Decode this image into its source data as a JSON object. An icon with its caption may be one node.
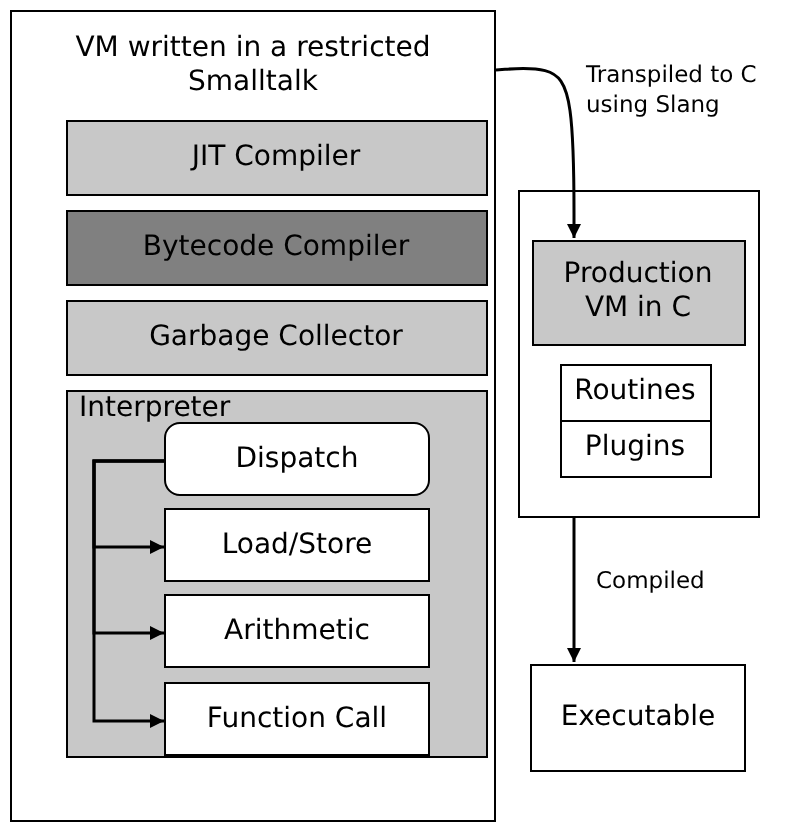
{
  "diagram": {
    "nodes": [
      {
        "text": [
          "VM written in a restricted Smalltalk"
        ]
      },
      {
        "text": [
          "JIT Compiler"
        ],
        "in": 0
      },
      {
        "text": [
          "Bytecode Compiler"
        ],
        "in": 0
      },
      {
        "text": [
          "Garbage Collector"
        ],
        "in": 0
      },
      {
        "text": [
          "Interpreter"
        ],
        "in": 0
      },
      {
        "text": [
          "Dispatch"
        ],
        "in": 4
      },
      {
        "text": [
          "Load/Store"
        ],
        "in": 4
      },
      {
        "text": [
          "Arithmetic"
        ],
        "in": 4
      },
      {
        "text": [
          "Function Call"
        ],
        "in": 4
      },
      {
        "text": [],
        "shape": "box"
      },
      {
        "text": [
          "Production VM in C"
        ],
        "in": 9
      },
      {
        "text": [
          "Routines"
        ],
        "in": 9
      },
      {
        "text": [
          "Plugins"
        ],
        "in": 9
      },
      {
        "text": [
          "Executable"
        ]
      }
    ],
    "edges": [
      {
        "from": 0,
        "to": 10,
        "arrow": "to",
        "label": "Transpiled to C using Slang"
      },
      {
        "from": 5,
        "to": 6,
        "arrow": "to"
      },
      {
        "from": 5,
        "to": 7,
        "arrow": "to"
      },
      {
        "from": 5,
        "to": 8,
        "arrow": "to"
      },
      {
        "from": 9,
        "to": 13,
        "arrow": "to",
        "label": "Compiled"
      }
    ]
  }
}
